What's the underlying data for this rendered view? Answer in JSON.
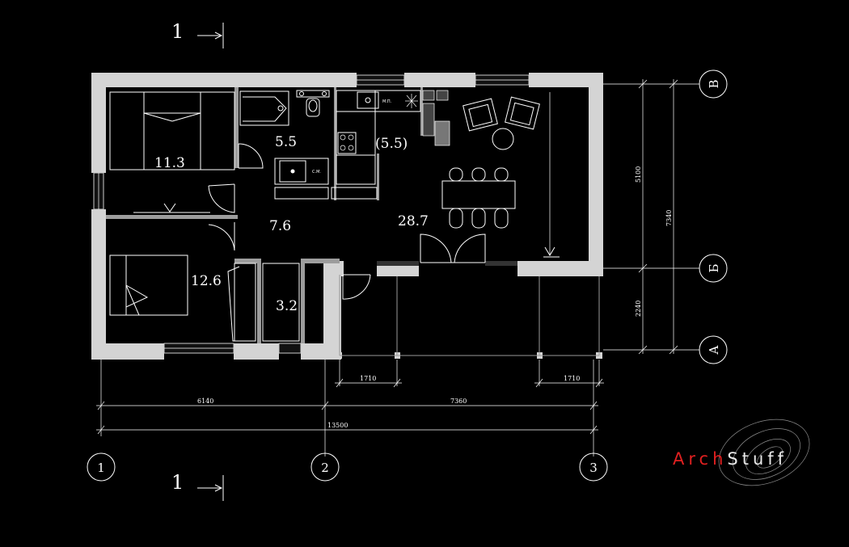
{
  "rooms": [
    {
      "id": "bedroom-1",
      "label": "11.3"
    },
    {
      "id": "bathroom",
      "label": "5.5"
    },
    {
      "id": "kitchen",
      "label": "(5.5)"
    },
    {
      "id": "hall",
      "label": "7.6"
    },
    {
      "id": "living",
      "label": "28.7"
    },
    {
      "id": "bedroom-2",
      "label": "12.6"
    },
    {
      "id": "storage",
      "label": "3.2"
    }
  ],
  "fixtures": {
    "washing_machine": "С.М.",
    "dishwasher": "М.П."
  },
  "dimensions": {
    "right_upper": "5100",
    "right_total": "7340",
    "right_lower": "2240",
    "bottom_left_porch": "1710",
    "bottom_right_porch": "1710",
    "axis_1_2": "6140",
    "axis_2_3": "7360",
    "total": "13500"
  },
  "axes": {
    "columns": [
      "1",
      "2",
      "3"
    ],
    "rows": [
      "В",
      "Б",
      "А"
    ]
  },
  "section_marks": {
    "top": "1",
    "bottom": "1"
  },
  "logo": {
    "part1": "Arch",
    "part2": "Stuff"
  }
}
